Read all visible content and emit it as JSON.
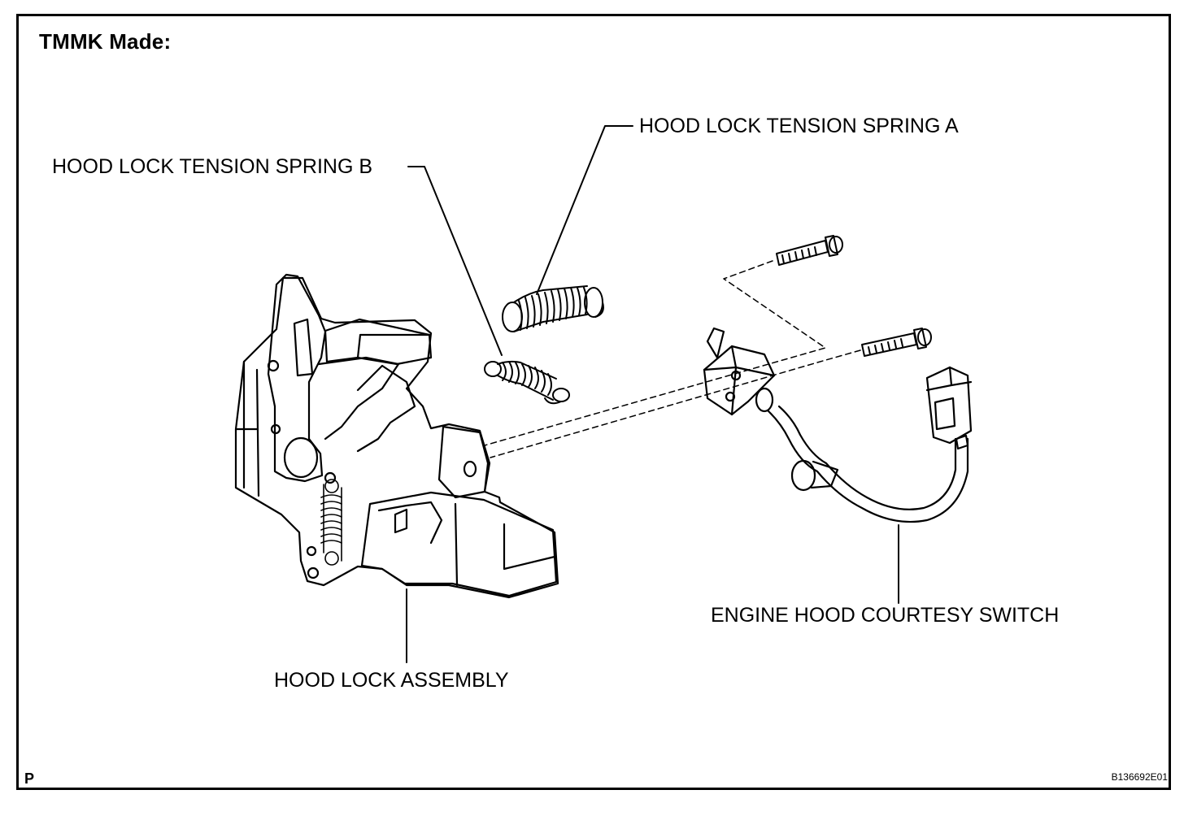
{
  "heading": "TMMK Made:",
  "labels": {
    "spring_a": "HOOD LOCK TENSION SPRING A",
    "spring_b": "HOOD LOCK TENSION SPRING B",
    "switch": "ENGINE HOOD COURTESY SWITCH",
    "assembly": "HOOD LOCK ASSEMBLY"
  },
  "corner_mark": "P",
  "figure_code": "B136692E01",
  "colors": {
    "line": "#000000",
    "background": "#ffffff"
  }
}
